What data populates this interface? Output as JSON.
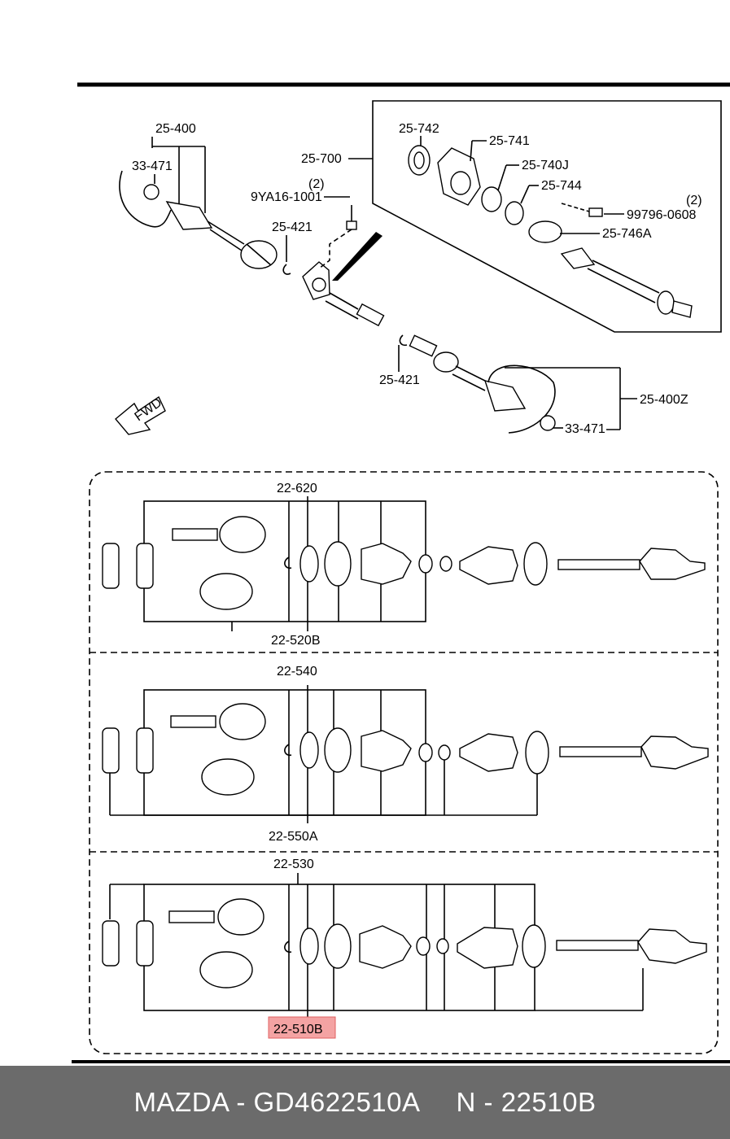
{
  "labels": {
    "l_25_400": "25-400",
    "l_33_471_top": "33-471",
    "l_25_700": "25-700",
    "l_25_742": "25-742",
    "l_25_741": "25-741",
    "l_25_740j": "25-740J",
    "l_25_744": "25-744",
    "l_qty_top": "(2)",
    "l_99796": "99796-0608",
    "l_25_746a": "25-746A",
    "l_qty_bolt": "(2)",
    "l_9ya16": "9YA16-1001",
    "l_25_421_top": "25-421",
    "l_25_421_bot": "25-421",
    "l_25_400z": "25-400Z",
    "l_33_471_bot": "33-471",
    "l_fwd": "FWD",
    "l_22_620": "22-620",
    "l_22_520b": "22-520B",
    "l_22_540": "22-540",
    "l_22_550a": "22-550A",
    "l_22_530": "22-530",
    "l_22_510b": "22-510B"
  },
  "highlight": {
    "part": "22-510B",
    "color": "#f4a3a3"
  },
  "footer": {
    "brand_part": "MAZDA - GD4622510A",
    "oem_ref": "N - 22510B",
    "background": "#6b6b6b"
  }
}
